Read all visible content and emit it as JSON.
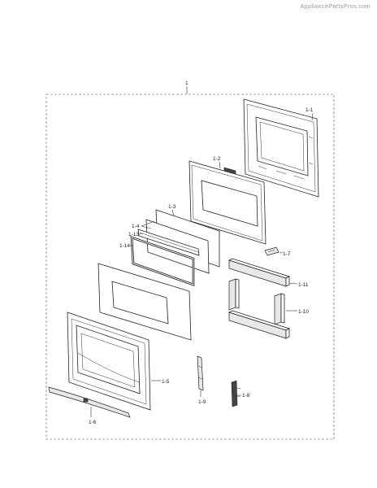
{
  "watermark": "AppliancePartsPros.com",
  "assembly_label": "1",
  "labels": {
    "p1_1": "1-1",
    "p1_2": "1-2",
    "p1_3": "1-3",
    "p1_4": "1-4",
    "p1_13": "1-13",
    "p1_14": "1-14",
    "p1_7": "1-7",
    "p1_11": "1-11",
    "p1_10": "1-10",
    "p1_5": "1-5",
    "p1_6": "1-6",
    "p1_9": "1-9",
    "p1_8": "1-8"
  }
}
